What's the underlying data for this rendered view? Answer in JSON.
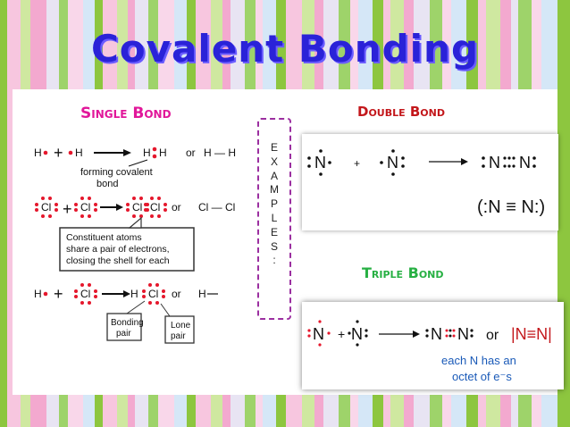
{
  "title": "Covalent Bonding",
  "single_bond": {
    "heading": "Single Bond",
    "atoms": {
      "h": "H",
      "cl": "Cl"
    },
    "operators": {
      "plus": "+",
      "or": "or"
    },
    "h2_structural": "H — H",
    "cl2_structural": "Cl — Cl",
    "forming_note": [
      "forming covalent",
      "bond"
    ],
    "constituent_note": [
      "Constituent atoms",
      "share a pair of electrons,",
      "closing the shell for each"
    ],
    "bonding_pair": [
      "Bonding",
      "pair"
    ],
    "lone_pair": [
      "Lone",
      "pair"
    ]
  },
  "examples_label": [
    "E",
    "X",
    "A",
    "M",
    "P",
    "L",
    "E",
    "S",
    ":"
  ],
  "double_bond": {
    "heading": "Double Bond",
    "atom": "N",
    "plus": "+",
    "product_structural": "(:N ≡ N:)"
  },
  "triple_bond": {
    "heading": "Triple Bond",
    "atom": "N",
    "plus": "+",
    "or": "or",
    "product_line": "|N≡N|",
    "note": [
      "each N has an",
      "octet of e⁻s"
    ]
  },
  "colors": {
    "title": "#2a22d8",
    "single_heading": "#e1179a",
    "double_heading": "#c3171b",
    "triple_heading": "#27b043",
    "electron_dot": "#e5172c",
    "note_blue": "#1a5ab8"
  }
}
